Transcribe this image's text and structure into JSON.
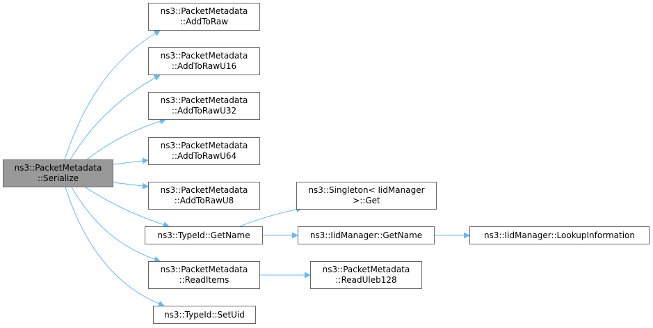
{
  "colors": {
    "edge": "#63b8ff",
    "border": "#666666",
    "root_fill": "#999999",
    "node_fill": "#ffffff"
  },
  "nodes": [
    {
      "id": "serialize",
      "lines": [
        "ns3::PacketMetadata",
        "::Serialize"
      ],
      "role": "root"
    },
    {
      "id": "addtoraw",
      "lines": [
        "ns3::PacketMetadata",
        "::AddToRaw"
      ]
    },
    {
      "id": "addtorawu16",
      "lines": [
        "ns3::PacketMetadata",
        "::AddToRawU16"
      ]
    },
    {
      "id": "addtorawu32",
      "lines": [
        "ns3::PacketMetadata",
        "::AddToRawU32"
      ]
    },
    {
      "id": "addtorawu64",
      "lines": [
        "ns3::PacketMetadata",
        "::AddToRawU64"
      ]
    },
    {
      "id": "addtorawu8",
      "lines": [
        "ns3::PacketMetadata",
        "::AddToRawU8"
      ]
    },
    {
      "id": "typeid-getname",
      "lines": [
        "ns3::TypeId::GetName"
      ]
    },
    {
      "id": "readitems",
      "lines": [
        "ns3::PacketMetadata",
        "::ReadItems"
      ]
    },
    {
      "id": "typeid-setuid",
      "lines": [
        "ns3::TypeId::SetUid"
      ]
    },
    {
      "id": "singleton-get",
      "lines": [
        "ns3::Singleton< IidManager",
        ">::Get"
      ]
    },
    {
      "id": "iidmanager-getname",
      "lines": [
        "ns3::IidManager::GetName"
      ]
    },
    {
      "id": "readuleb128",
      "lines": [
        "ns3::PacketMetadata",
        "::ReadUleb128"
      ]
    },
    {
      "id": "lookupinformation",
      "lines": [
        "ns3::IidManager::LookupInformation"
      ]
    }
  ],
  "edges": [
    {
      "from": "serialize",
      "to": "addtoraw"
    },
    {
      "from": "serialize",
      "to": "addtorawu16"
    },
    {
      "from": "serialize",
      "to": "addtorawu32"
    },
    {
      "from": "serialize",
      "to": "addtorawu64"
    },
    {
      "from": "serialize",
      "to": "addtorawu8"
    },
    {
      "from": "serialize",
      "to": "typeid-getname"
    },
    {
      "from": "serialize",
      "to": "readitems"
    },
    {
      "from": "serialize",
      "to": "typeid-setuid"
    },
    {
      "from": "typeid-getname",
      "to": "singleton-get"
    },
    {
      "from": "typeid-getname",
      "to": "iidmanager-getname"
    },
    {
      "from": "iidmanager-getname",
      "to": "lookupinformation"
    },
    {
      "from": "readitems",
      "to": "readuleb128"
    }
  ]
}
